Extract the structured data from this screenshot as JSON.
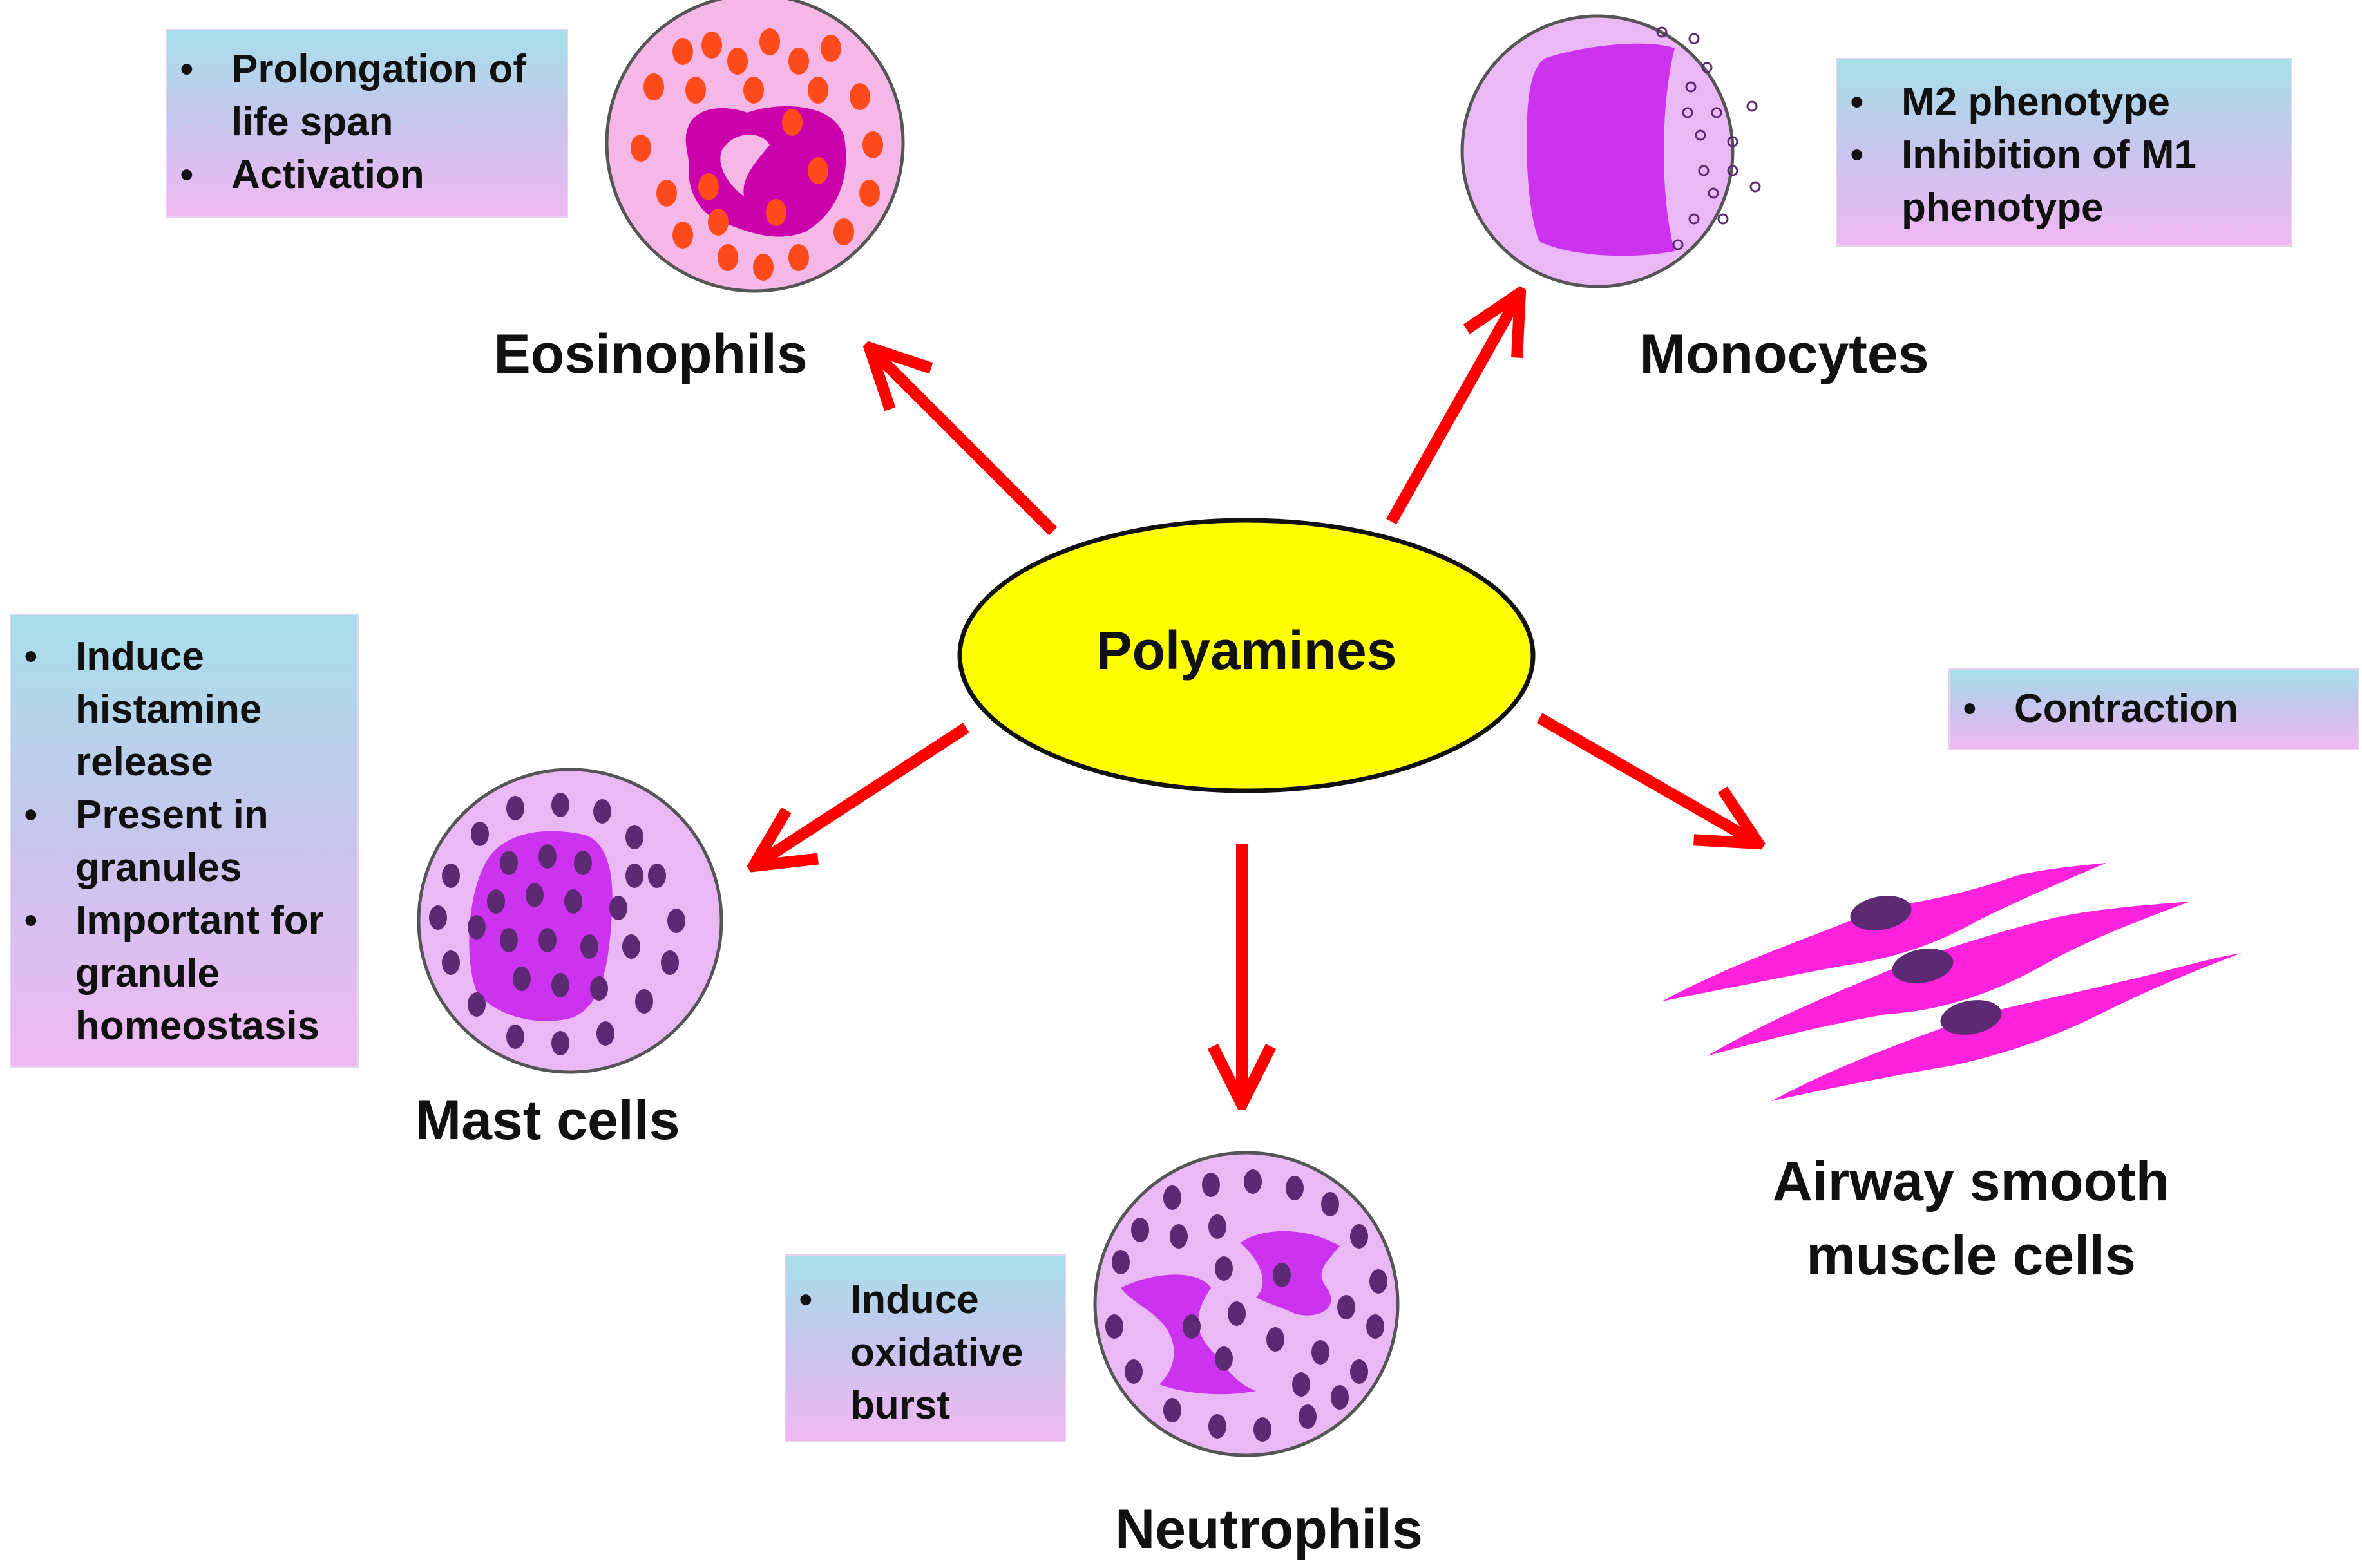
{
  "center": {
    "label": "Polyamines"
  },
  "colors": {
    "arrow": "#ff0000",
    "center_fill": "#ffff00",
    "eosinophil_nucleus": "#cc00aa",
    "eosinophil_granule": "#ff4a1c",
    "monocyte_nucleus": "#cc33ee",
    "basophilic_granule": "#5c2a73",
    "smooth_muscle": "#ff22dd",
    "cell_body": "#eab8f4",
    "box_gradient_top": "#a6dfe9",
    "box_gradient_bottom": "#f0b8f2"
  },
  "cells": {
    "eosinophils": {
      "label": "Eosinophils",
      "icon": "eosinophil-icon",
      "effects": [
        "Prolongation of life span",
        "Activation"
      ]
    },
    "monocytes": {
      "label": "Monocytes",
      "icon": "monocyte-icon",
      "effects": [
        "M2 phenotype",
        "Inhibition of M1 phenotype"
      ]
    },
    "mast_cells": {
      "label": "Mast cells",
      "icon": "mast-cell-icon",
      "effects": [
        "Induce histamine release",
        "Present in granules",
        "Important for granule homeostasis"
      ]
    },
    "neutrophils": {
      "label": "Neutrophils",
      "icon": "neutrophil-icon",
      "effects": [
        "Induce oxidative burst"
      ]
    },
    "airway_smooth_muscle": {
      "label_line1": "Airway smooth",
      "label_line2": "muscle cells",
      "icon": "smooth-muscle-cells-icon",
      "effects": [
        "Contraction"
      ]
    }
  }
}
